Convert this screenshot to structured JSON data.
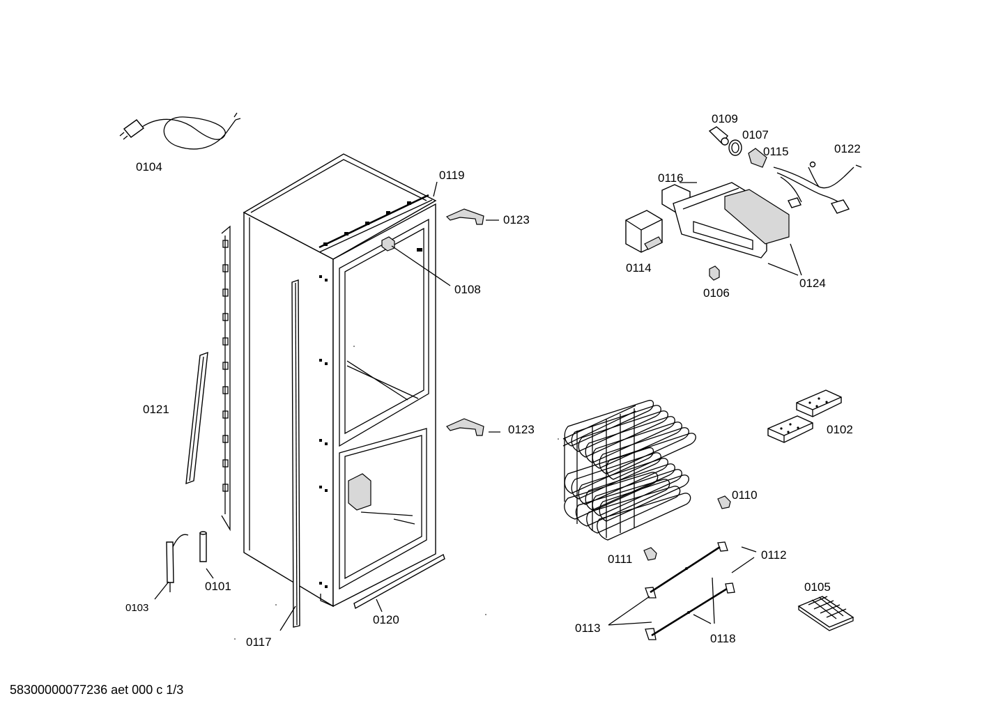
{
  "diagram": {
    "labels": {
      "p0101": "0101",
      "p0102": "0102",
      "p0103": "0103",
      "p0104": "0104",
      "p0105": "0105",
      "p0106": "0106",
      "p0107": "0107",
      "p0108": "0108",
      "p0109": "0109",
      "p0110": "0110",
      "p0111": "0111",
      "p0112": "0112",
      "p0113": "0113",
      "p0114": "0114",
      "p0115": "0115",
      "p0116": "0116",
      "p0117": "0117",
      "p0118": "0118",
      "p0119": "0119",
      "p0120": "0120",
      "p0121": "0121",
      "p0122": "0122",
      "p0123a": "0123",
      "p0123b": "0123",
      "p0124": "0124"
    }
  },
  "footer": {
    "code": "58300000077236 aet 000 c 1/3"
  }
}
